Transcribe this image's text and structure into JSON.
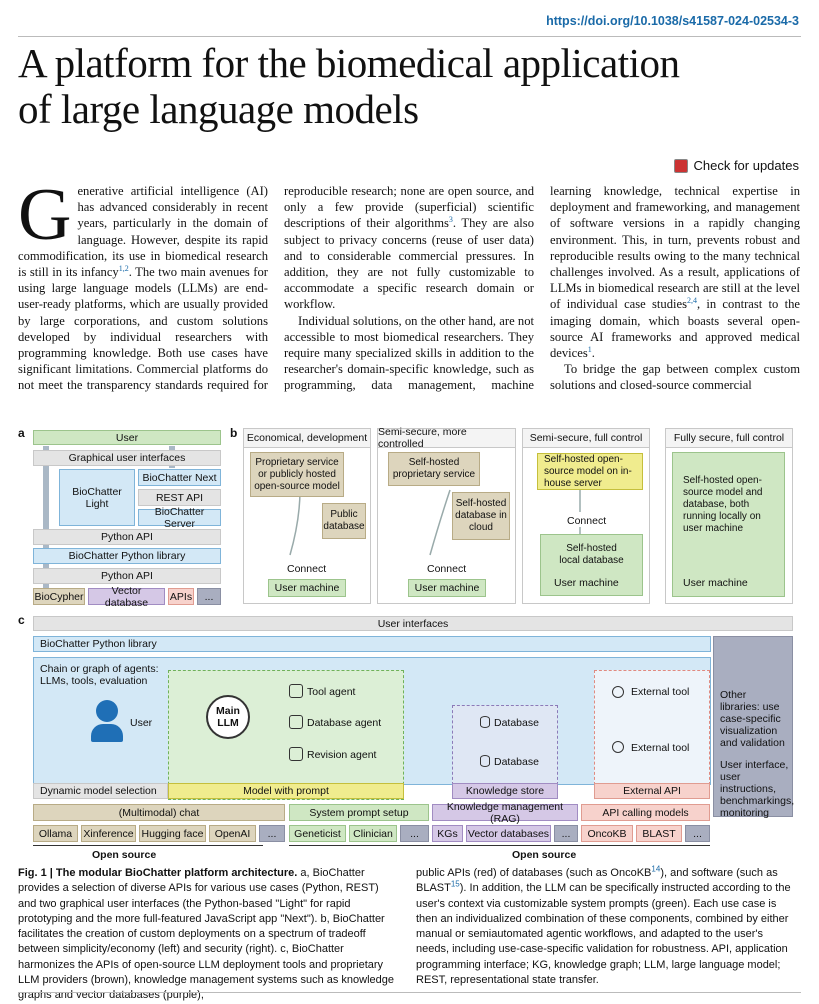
{
  "doi": "https://doi.org/10.1038/s41587-024-02534-3",
  "title_l1": "A platform for the biomedical application",
  "title_l2": "of large language models",
  "check_updates": "Check for updates",
  "body": {
    "dropcap": "G",
    "p1": "enerative artificial intelligence (AI) has advanced considerably in recent years, particularly in the domain of language. However, despite its rapid commodification, its use in biomedical research is still in its infancy",
    "p1_ref": "1,2",
    "p1b": ". The two main avenues for using large language models (LLMs) are end-user-ready platforms, which are usually provided by large corporations, and custom solutions developed by individual researchers with programming knowledge. Both use cases have significant limitations. Commercial platforms do not meet the transparency standards required for reproducible research; none are open source, and only a few provide (superficial) scientific descriptions of their algorithms",
    "p1_ref2": "3",
    "p1c": ". They are also subject to privacy concerns (reuse of user data) and to considerable commercial pressures. In addition, they are not fully customizable to accommodate a specific research domain or workflow.",
    "p2": "Individual solutions, on the other hand, are not accessible to most biomedical researchers. They require many specialized skills in addition to the researcher's domain-specific knowledge, such as programming, data management, machine learning knowledge, technical expertise in deployment and frameworking, and management of software versions in a rapidly changing environment. This, in turn, prevents robust and reproducible results owing to the many technical challenges involved. As a result, applications of LLMs in biomedical research are still at the level of individual case studies",
    "p2_ref": "2,4",
    "p2b": ", in contrast to the imaging domain, which boasts several open-source AI frameworks and approved medical devices",
    "p2_ref2": "1",
    "p2c": ".",
    "p3": "To bridge the gap between complex custom solutions and closed-source commercial"
  },
  "fig": {
    "a": {
      "label": "a",
      "user": "User",
      "gui": "Graphical user interfaces",
      "light": "BioChatter Light",
      "next": "BioChatter Next",
      "rest": "REST API",
      "server": "BioChatter Server",
      "pyapi1": "Python API",
      "pylib": "BioChatter Python library",
      "pyapi2": "Python API",
      "b1": "BioCypher",
      "b2": "Vector database",
      "b3": "APIs",
      "b4": "..."
    },
    "b": {
      "label": "b",
      "t1": "Economical, development",
      "t2": "Semi-secure, more controlled",
      "t3": "Semi-secure, full control",
      "t4": "Fully secure, full control",
      "p1_svc": "Proprietary service or publicly hosted open-source model",
      "p1_db": "Public database",
      "p2_svc": "Self-hosted proprietary service",
      "p2_db": "Self-hosted database in cloud",
      "p3_svc": "Self-hosted open-source model on in-house server",
      "p3_db": "Self-hosted local database",
      "p4_txt": "Self-hosted open-source model and database, both running locally on user machine",
      "connect": "Connect",
      "um": "User machine"
    },
    "c": {
      "label": "c",
      "ui": "User interfaces",
      "pylib": "BioChatter Python library",
      "chain": "Chain or graph of agents: LLMs, tools, evaluation",
      "user": "User",
      "main": "Main LLM",
      "tool_agent": "Tool agent",
      "db_agent": "Database agent",
      "rev_agent": "Revision agent",
      "database": "Database",
      "ext_tool": "External tool",
      "dyn": "Dynamic model selection",
      "mwp": "Model with prompt",
      "ks": "Knowledge store",
      "eapi": "External API",
      "other1": "Other libraries: use case-specific visualization and validation",
      "other2": "User interface, user instructions, benchmarkings, monitoring",
      "chat": "(Multimodal) chat",
      "sps": "System prompt setup",
      "km": "Knowledge management (RAG)",
      "apic": "API calling models",
      "r_ollama": "Ollama",
      "r_xinf": "Xinference",
      "r_hf": "Hugging face",
      "r_openai": "OpenAI",
      "r_dots": "...",
      "r_gen": "Geneticist",
      "r_clin": "Clinician",
      "r_kgs": "KGs",
      "r_vdb": "Vector databases",
      "r_onco": "OncoKB",
      "r_blast": "BLAST",
      "os": "Open source"
    }
  },
  "caption": {
    "bold": "Fig. 1 | The modular BioChatter platform architecture.",
    "text1": " a, BioChatter provides a selection of diverse APIs for various use cases (Python, REST) and two graphical user interfaces (the Python-based \"Light\" for rapid prototyping and the more full-featured JavaScript app \"Next\"). b, BioChatter facilitates the creation of custom deployments on a spectrum of tradeoff between simplicity/economy (left) and security (right). c, BioChatter harmonizes the APIs of open-source LLM deployment tools and proprietary LLM providers (brown), knowledge management systems such as knowledge graphs and vector databases (purple),",
    "text2a": "public APIs (red) of databases (such as OncoKB",
    "ref14": "14",
    "text2b": "), and software (such as BLAST",
    "ref15": "15",
    "text2c": "). In addition, the LLM can be specifically instructed according to the user's context via customizable system prompts (green). Each use case is then an individualized combination of these components, combined by either manual or semiautomated agentic workflows, and adapted to the user's needs, including use-case-specific validation for robustness. API, application programming interface; KG, knowledge graph; LLM, large language model; REST, representational state transfer."
  },
  "colors": {
    "link": "#1a6aa8",
    "green": "#cfe7c3",
    "blue": "#d3e8f6",
    "brown": "#ddd5bd",
    "purple": "#d5c8e6",
    "red": "#f7d2cc",
    "yellow": "#f0ec8e"
  }
}
